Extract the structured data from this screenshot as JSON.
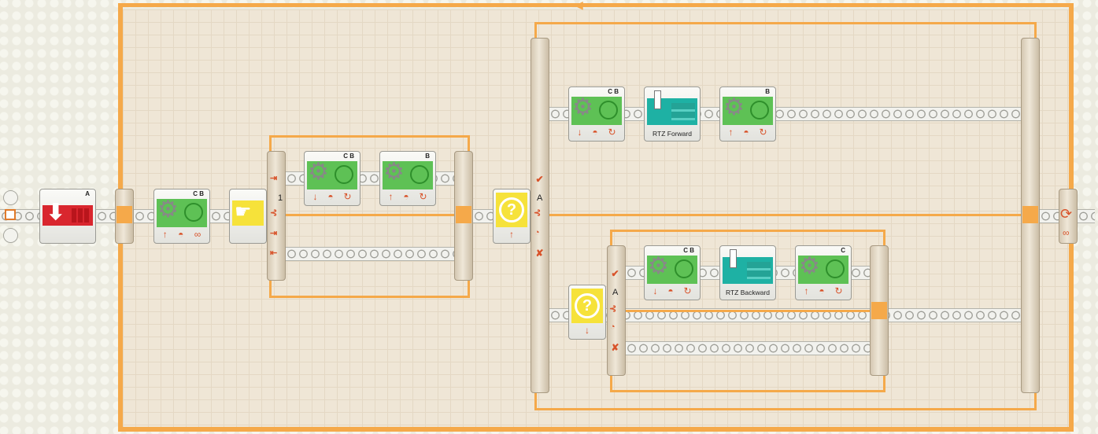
{
  "colors": {
    "wire": "#f5a94a",
    "motor": "#5ec155",
    "display": "#1eb1a4",
    "stop": "#d9262e",
    "switch": "#f6e23a",
    "canvas": "#efe6d6"
  },
  "icons": {
    "gear": "gear-icon",
    "arrow_up": "arrow-up-icon",
    "arrow_down": "arrow-down-icon",
    "power": "power-icon",
    "stop_sign": "stop-icon",
    "loop": "loop-icon",
    "check": "check-icon",
    "cross": "cross-icon",
    "question": "question-icon",
    "infinity": "infinity-icon",
    "wait_hand": "hand-icon"
  },
  "start_block": {
    "ports": [
      "A"
    ]
  },
  "motor_main": {
    "ports": "C B",
    "direction_glyph": "↑",
    "duration_glyph": "∞"
  },
  "inner_switch": {
    "case_label": "1",
    "case1_motor1": {
      "ports": "C B",
      "direction_glyph": "↓"
    },
    "case1_motor2": {
      "ports": "B",
      "direction_glyph": "↑"
    }
  },
  "outer_switch": {
    "sensor_port": "A",
    "direction_glyph": "↑",
    "true_icon": "✔",
    "false_icon": "✘",
    "true_motor1": {
      "ports": "C B",
      "direction_glyph": "↓"
    },
    "true_display": {
      "label": "RTZ Forward"
    },
    "true_motor2": {
      "ports": "B",
      "direction_glyph": "↑"
    },
    "nested_switch": {
      "sensor_port": "A",
      "direction_glyph": "↓",
      "motor1": {
        "ports": "C B",
        "direction_glyph": "↓"
      },
      "display": {
        "label": "RTZ Backward"
      },
      "motor2": {
        "ports": "C",
        "direction_glyph": "↑"
      }
    }
  },
  "loop_end": {
    "loop_glyph": "⟳",
    "infinity_glyph": "∞"
  }
}
